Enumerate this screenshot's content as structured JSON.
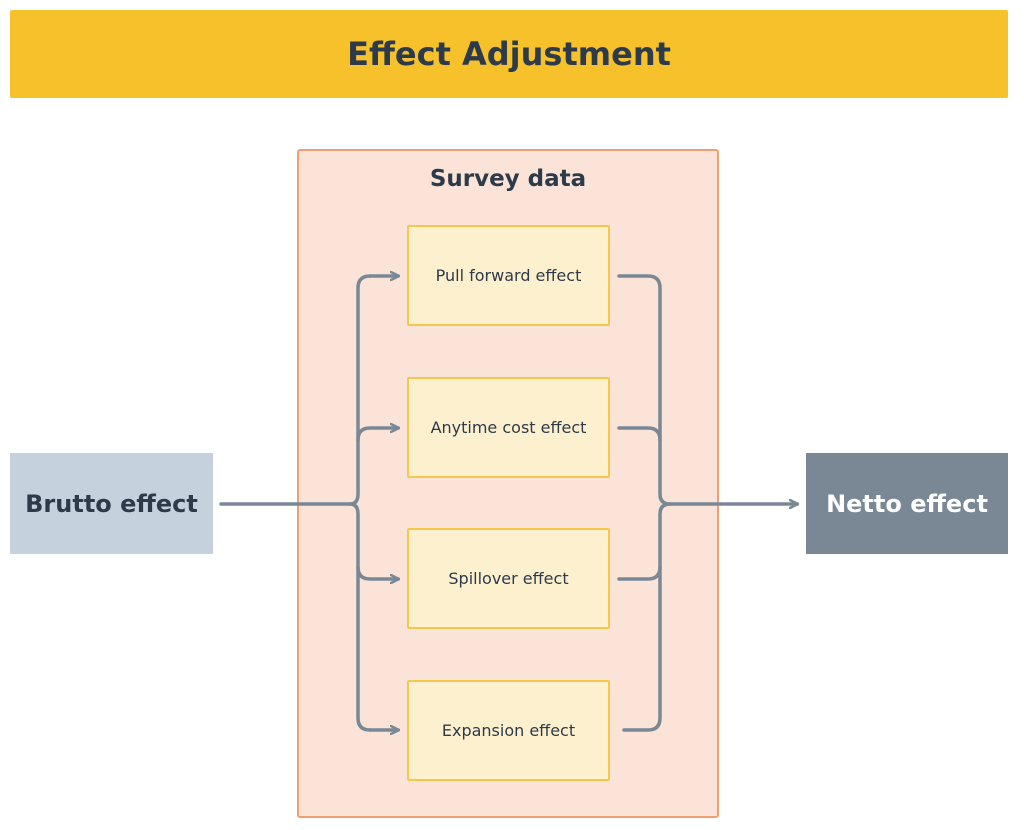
{
  "title": "Effect Adjustment",
  "survey": {
    "label": "Survey data"
  },
  "inputs": {
    "brutto": "Brutto effect"
  },
  "outputs": {
    "netto": "Netto effect"
  },
  "effects": [
    {
      "label": "Pull forward effect"
    },
    {
      "label": "Anytime cost effect"
    },
    {
      "label": "Spillover effect"
    },
    {
      "label": "Expansion effect"
    }
  ],
  "colors": {
    "title_bg": "#f6c12b",
    "survey_bg": "#fbe3d8",
    "survey_border": "#f0a070",
    "effect_bg": "#fdf0cf",
    "effect_border": "#f5c84b",
    "brutto_bg": "#c5d1dc",
    "netto_bg": "#7a8896",
    "connector": "#7a8896"
  }
}
